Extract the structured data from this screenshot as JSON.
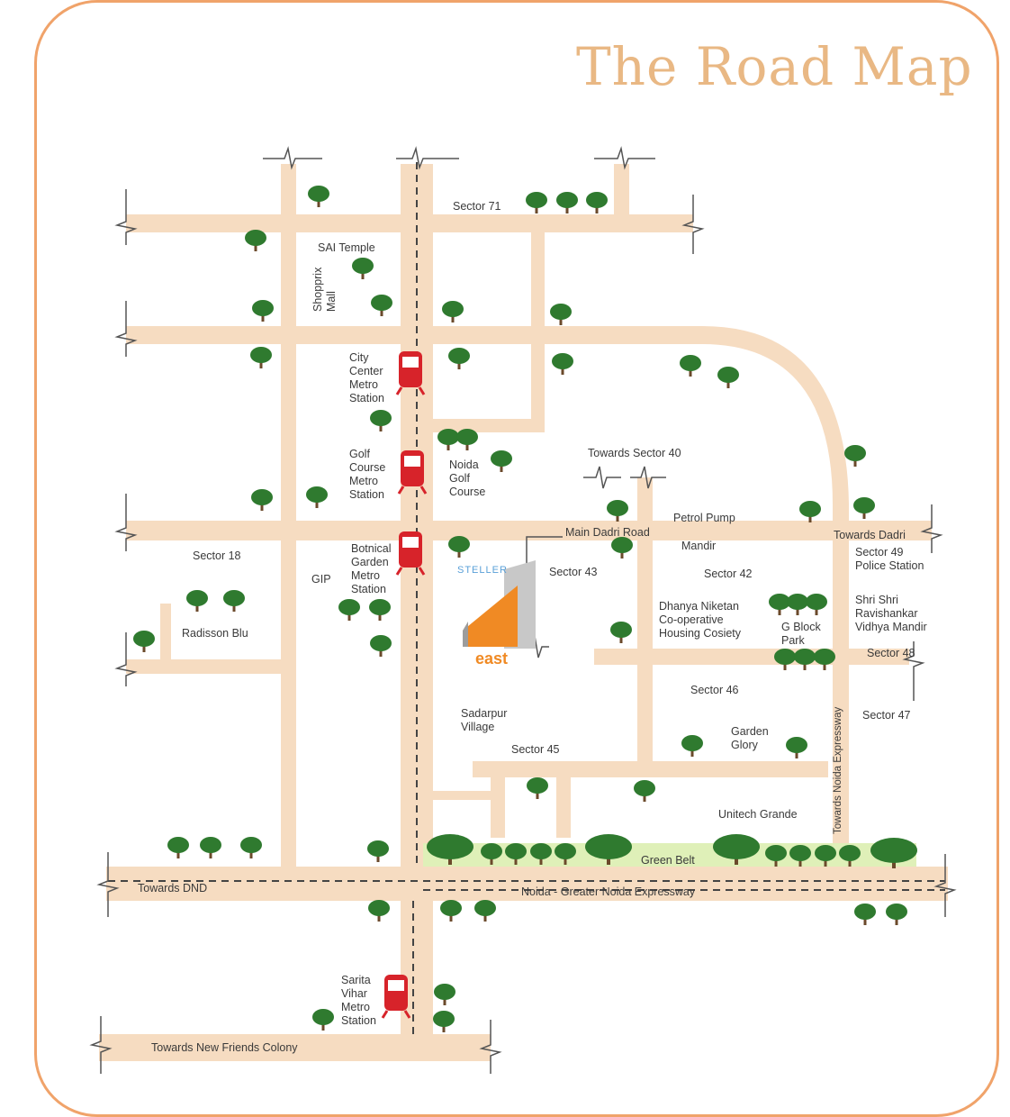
{
  "title": "The Road Map",
  "colors": {
    "road": "#f6dcc1",
    "frame": "#f0a36a",
    "tree": "#2f7a2f",
    "metro": "#d7232a",
    "green_belt": "#dff0b8",
    "building": "#f08a24"
  },
  "labels": {
    "sector71": "Sector 71",
    "sai_temple": "SAI Temple",
    "shopprix_mall": "Shopprix\nMall",
    "city_center": "City\nCenter\nMetro\nStation",
    "golf_course_metro": "Golf\nCourse\nMetro\nStation",
    "noida_golf": "Noida\nGolf\nCourse",
    "towards_sector40": "Towards Sector 40",
    "petrol_pump": "Petrol Pump",
    "main_dadri": "Main Dadri Road",
    "towards_dadri": "Towards Dadri",
    "sector18": "Sector 18",
    "botnical": "Botnical\nGarden\nMetro\nStation",
    "gip": "GIP",
    "mandir": "Mandir",
    "sector43": "Sector 43",
    "sector42": "Sector 42",
    "sector49": "Sector 49\nPolice Station",
    "radisson": "Radisson Blu",
    "dhanya": "Dhanya Niketan\nCo-operative\nHousing Cosiety",
    "g_block": "G Block\nPark",
    "shri_shri": "Shri Shri\nRavishankar\nVidhya Mandir",
    "sector48": "Sector 48",
    "sector46": "Sector 46",
    "sector47": "Sector 47",
    "sadarpur": "Sadarpur\nVillage",
    "sector45": "Sector 45",
    "garden_glory": "Garden\nGlory",
    "towards_noida_exp": "Towards Noida Expressway",
    "unitech": "Unitech Grande",
    "green_belt": "Green Belt",
    "towards_dnd": "Towards DND",
    "noida_exp": "Noida  - Greater Noida Expressway",
    "sarita_vihar": "Sarita\nVihar\nMetro\nStation",
    "towards_nfc": "Towards New Friends Colony",
    "steller": "STELLER",
    "east": "east"
  }
}
